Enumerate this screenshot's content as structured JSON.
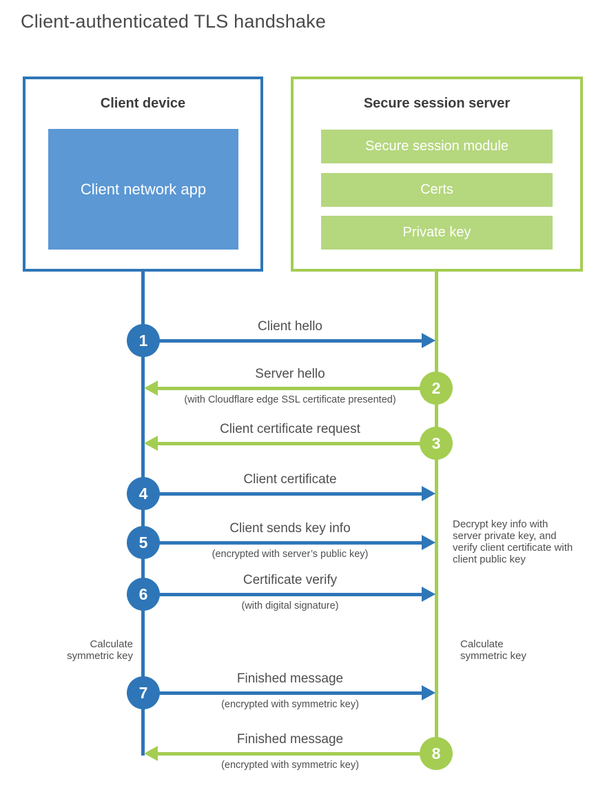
{
  "title": "Client-authenticated TLS handshake",
  "colors": {
    "blue": "#2e76b8",
    "blue_light": "#5b98d4",
    "green": "#a4cd52",
    "green_light": "#b5d77e"
  },
  "client_box": {
    "title": "Client device",
    "inner_label": "Client network app"
  },
  "server_box": {
    "title": "Secure session server",
    "modules": [
      "Secure session module",
      "Certs",
      "Private key"
    ]
  },
  "messages": [
    {
      "num": 1,
      "from": "client",
      "direction": "right",
      "label": "Client hello",
      "sub": ""
    },
    {
      "num": 2,
      "from": "server",
      "direction": "left",
      "label": "Server hello",
      "sub": "(with Cloudflare edge SSL certificate presented)"
    },
    {
      "num": 3,
      "from": "server",
      "direction": "left",
      "label": "Client certificate request",
      "sub": ""
    },
    {
      "num": 4,
      "from": "client",
      "direction": "right",
      "label": "Client certificate",
      "sub": ""
    },
    {
      "num": 5,
      "from": "client",
      "direction": "right",
      "label": "Client sends key info",
      "sub": "(encrypted with server’s public key)"
    },
    {
      "num": 6,
      "from": "client",
      "direction": "right",
      "label": "Certificate verify",
      "sub": "(with digital signature)"
    },
    {
      "num": 7,
      "from": "client",
      "direction": "right",
      "label": "Finished message",
      "sub": "(encrypted with symmetric key)"
    },
    {
      "num": 8,
      "from": "server",
      "direction": "left",
      "label": "Finished message",
      "sub": "(encrypted with symmetric key)"
    }
  ],
  "annotations": {
    "left_calculate": "Calculate symmetric key",
    "right_calculate": "Calculate symmetric key",
    "decrypt_note": "Decrypt key info with server private key, and verify client certificate with client public key"
  }
}
